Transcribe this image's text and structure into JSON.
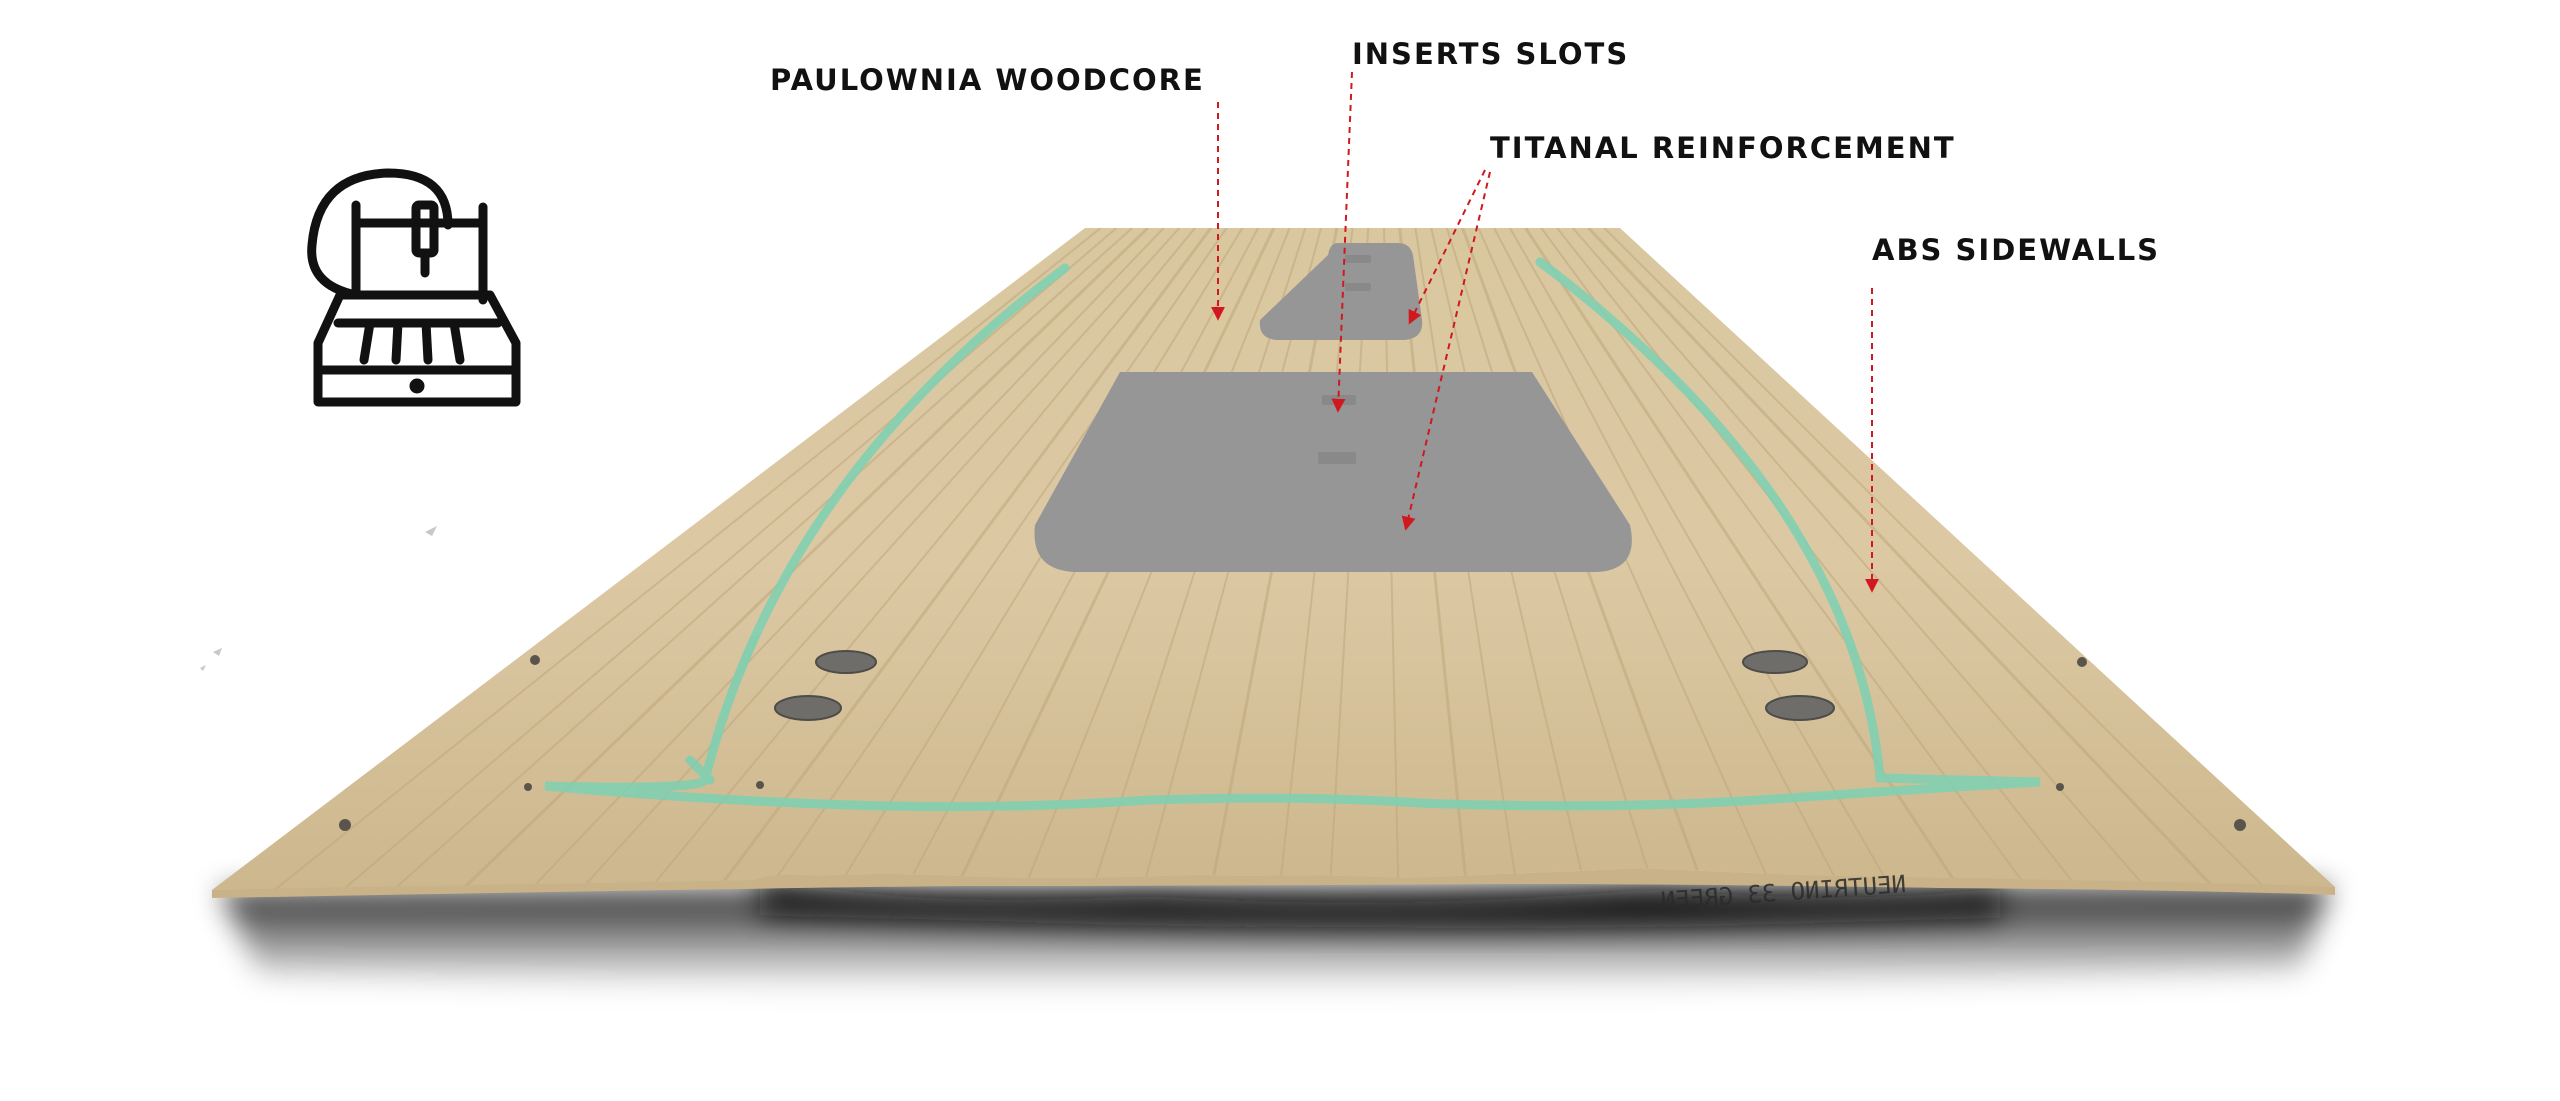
{
  "labels": {
    "paulownia_woodcore": "PAULOWNIA WOODCORE",
    "inserts_slots": "INSERTS SLOTS",
    "titanal_reinforcement": "TITANAL REINFORCEMENT",
    "abs_sidewalls": "ABS SIDEWALLS"
  },
  "board_writing": "NEUTRINO 33 GREEN",
  "icons": {
    "machine": "cnc-machine-icon"
  },
  "colors": {
    "arrow": "#d0181e",
    "wood": "#dcc9a3",
    "sidewall": "#7fcfb1",
    "titanal": "#9a9a9a",
    "label_text": "#111111"
  }
}
